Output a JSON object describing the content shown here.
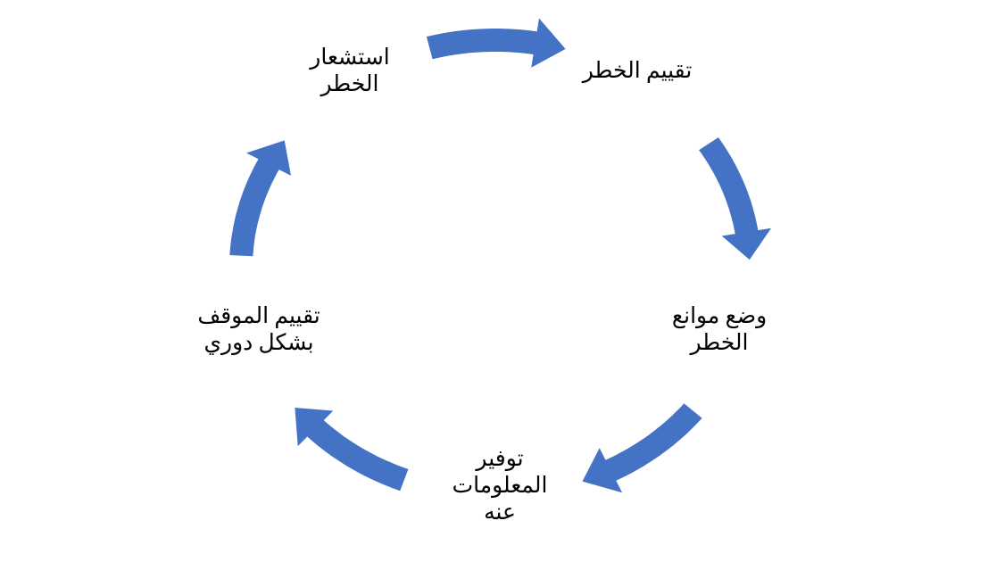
{
  "colors": {
    "arrow": "#4472C4",
    "text": "#000000",
    "background": "#FFFFFF"
  },
  "nodes": [
    {
      "lines": [
        "استشعار",
        "الخطر"
      ]
    },
    {
      "lines": [
        "تقييم الخطر"
      ]
    },
    {
      "lines": [
        "وضع موانع",
        "الخطر"
      ]
    },
    {
      "lines": [
        "توفير",
        "المعلومات",
        "عنه"
      ]
    },
    {
      "lines": [
        "تقييم الموقف",
        "بشكل دوري"
      ]
    }
  ],
  "flow": "clockwise"
}
